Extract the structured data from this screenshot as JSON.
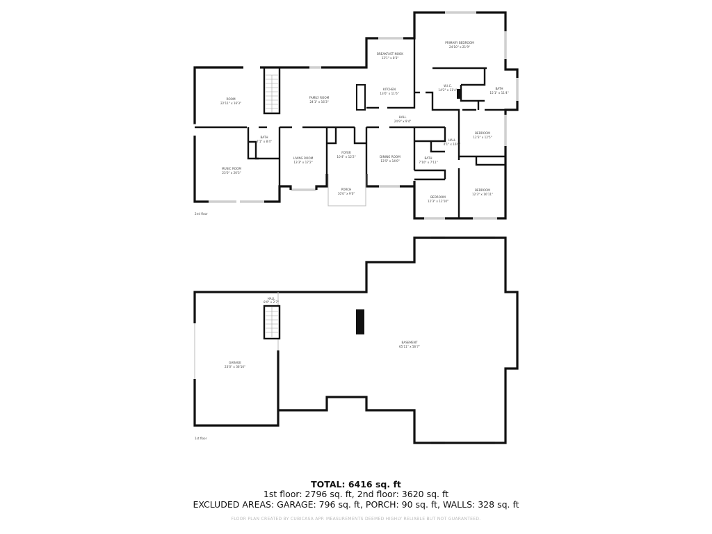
{
  "upper_plan": {
    "floor_label": "2nd floor",
    "rooms": [
      {
        "name": "ROOM",
        "size": "22'11\" x 16'3\""
      },
      {
        "name": "FAMILY ROOM",
        "size": "24'1\" x 16'3\""
      },
      {
        "name": "BREAKFAST NOOK",
        "size": "13'1\" x 8'3\""
      },
      {
        "name": "KITCHEN",
        "size": "13'6\" x 11'6\""
      },
      {
        "name": "PRIMARY BEDROOM",
        "size": "24'10\" x 21'9\""
      },
      {
        "name": "W.I.C.",
        "size": "14'2\" x 11'4\""
      },
      {
        "name": "BATH",
        "size": "15'1\" x 11'4\""
      },
      {
        "name": "HALL",
        "size": "24'9\" x 9'4\""
      },
      {
        "name": "BATH",
        "size": "7'1\" x 8'4\""
      },
      {
        "name": "MUSIC ROOM",
        "size": "23'0\" x 20'3\""
      },
      {
        "name": "LIVING ROOM",
        "size": "13'3\" x 17'2\""
      },
      {
        "name": "FOYER",
        "size": "10'4\" x 12'2\""
      },
      {
        "name": "DINING ROOM",
        "size": "13'5\" x 14'0\""
      },
      {
        "name": "PORCH",
        "size": "10'0\" x 9'0\""
      },
      {
        "name": "BATH",
        "size": "7'10\" x 7'11\""
      },
      {
        "name": "HALL",
        "size": "4'1\" x 16'6\""
      },
      {
        "name": "BEDROOM",
        "size": "12'3\" x 12'5\""
      },
      {
        "name": "BEDROOM",
        "size": "12'3\" x 12'10\""
      },
      {
        "name": "BEDROOM",
        "size": "12'3\" x 16'11\""
      }
    ]
  },
  "lower_plan": {
    "floor_label": "1st floor",
    "rooms": [
      {
        "name": "HALL",
        "size": "8'0\" x 2'7\""
      },
      {
        "name": "GARAGE",
        "size": "23'0\" x 36'10\""
      },
      {
        "name": "BASEMENT",
        "size": "65'11\" x 56'7\""
      }
    ]
  },
  "summary": {
    "total": "TOTAL: 6416 sq. ft",
    "floors": "1st floor: 2796 sq. ft, 2nd floor: 3620 sq. ft",
    "excluded": "EXCLUDED AREAS: GARAGE: 796 sq. ft, PORCH: 90 sq. ft, WALLS: 328 sq. ft",
    "credit": "FLOOR PLAN CREATED BY CUBICASA APP. MEASUREMENTS DEEMED HIGHLY RELIABLE BUT NOT GUARANTEED."
  }
}
